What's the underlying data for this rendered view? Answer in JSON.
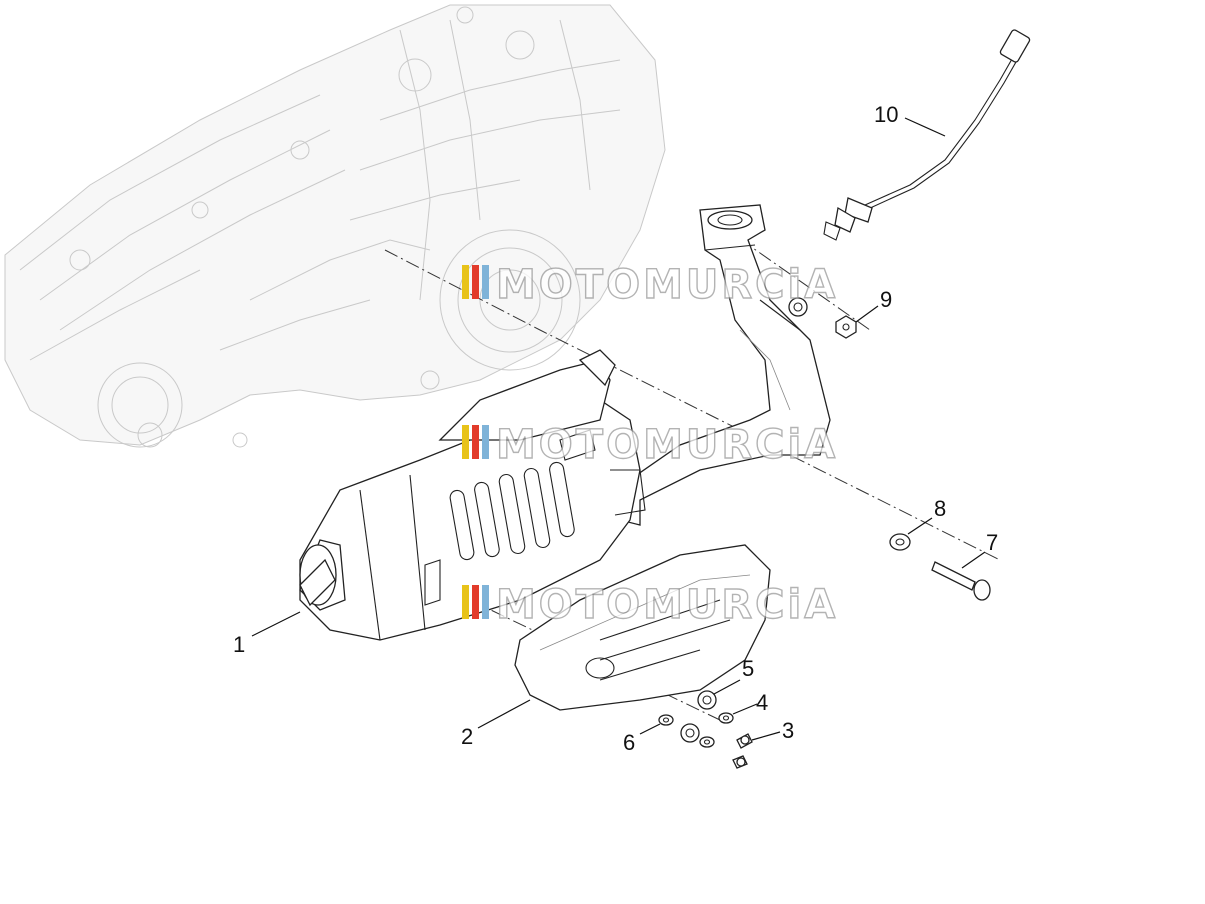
{
  "watermark": {
    "text": "MOTOMURCiA",
    "stripe_colors": [
      "#e8c31a",
      "#e23b2b",
      "#7fb3d8"
    ]
  },
  "callouts": [
    {
      "number": "1",
      "part": "silencer"
    },
    {
      "number": "2",
      "part": "silencer-heat-shield"
    },
    {
      "number": "3",
      "part": "screw"
    },
    {
      "number": "4",
      "part": "washer"
    },
    {
      "number": "5",
      "part": "rubber-bush"
    },
    {
      "number": "6",
      "part": "washer"
    },
    {
      "number": "7",
      "part": "bolt"
    },
    {
      "number": "8",
      "part": "washer"
    },
    {
      "number": "9",
      "part": "nut"
    },
    {
      "number": "10",
      "part": "lambda-sensor"
    }
  ]
}
